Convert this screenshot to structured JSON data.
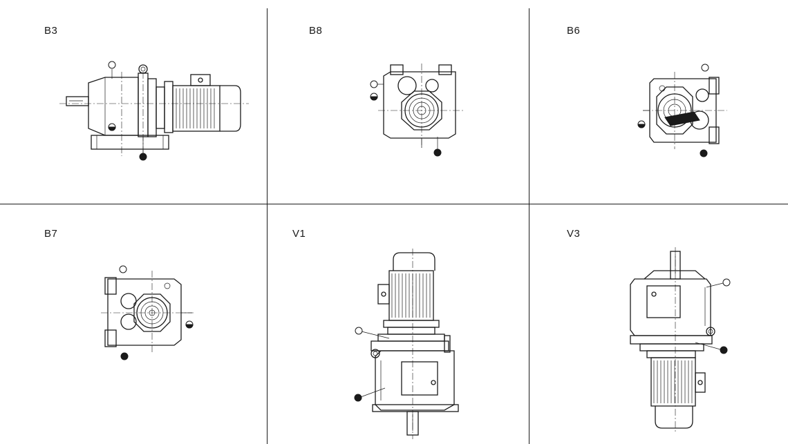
{
  "positions": [
    {
      "label": "B3"
    },
    {
      "label": "B8"
    },
    {
      "label": "B6"
    },
    {
      "label": "B7"
    },
    {
      "label": "V1"
    },
    {
      "label": "V3"
    }
  ],
  "colors": {
    "line": "#1a1a1a",
    "background": "#ffffff"
  },
  "legend_symbols": [
    "breather-valve-icon",
    "oil-level-icon",
    "oil-drain-icon"
  ]
}
